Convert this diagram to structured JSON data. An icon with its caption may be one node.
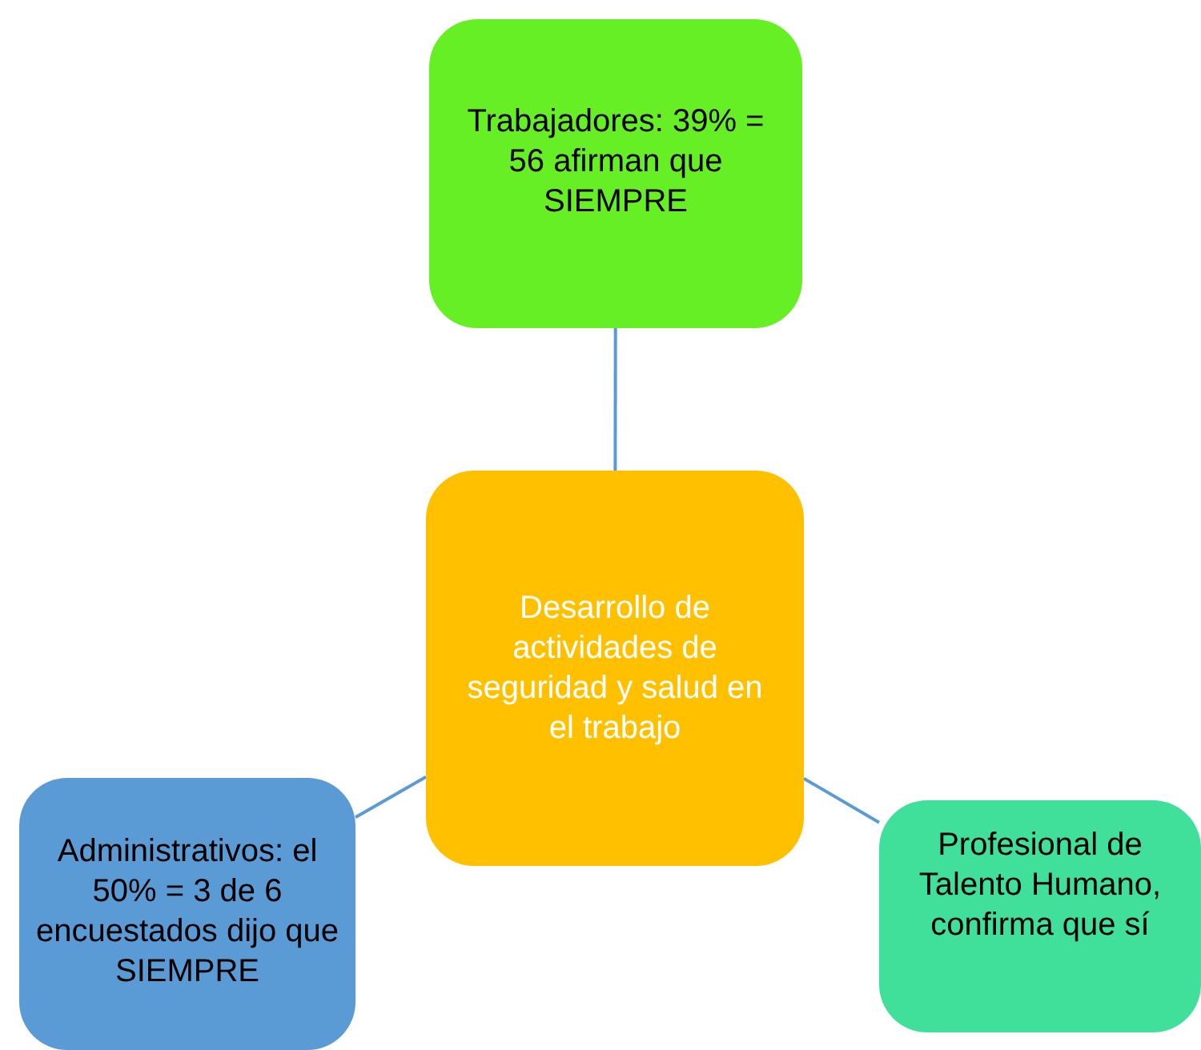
{
  "diagram": {
    "nodes": [
      {
        "text": [
          "Trabajadores: 39% = 56 afirman que SIEMPRE"
        ]
      },
      {
        "text": [
          "Desarrollo de actividades de seguridad y salud en el trabajo"
        ]
      },
      {
        "text": [
          "Administrativos: el 50% = 3 de 6 encuestados dijo que SIEMPRE"
        ]
      },
      {
        "text": [
          "Profesional de Talento Humano, confirma que sí"
        ]
      }
    ],
    "edges": [
      {
        "from": 1,
        "to": 0,
        "arrow": "none"
      },
      {
        "from": 1,
        "to": 2,
        "arrow": "none"
      },
      {
        "from": 1,
        "to": 3,
        "arrow": "none"
      }
    ]
  }
}
